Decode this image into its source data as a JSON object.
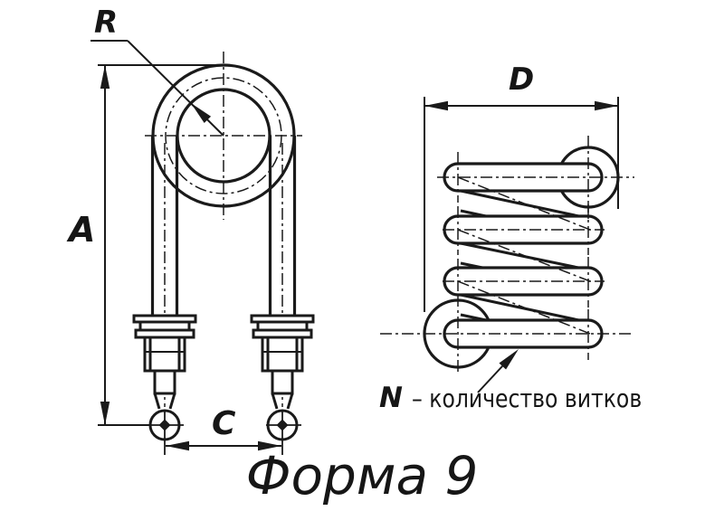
{
  "form_label": "Форма 9",
  "u_view": {
    "radius_label": "R",
    "length_label": "A",
    "pins_distance_label": "C"
  },
  "coil_view": {
    "diameter_label": "D",
    "turns_symbol": "N",
    "turns_caption": "– количество витков"
  },
  "colors": {
    "line": "#1a1a1a",
    "background": "#ffffff"
  }
}
